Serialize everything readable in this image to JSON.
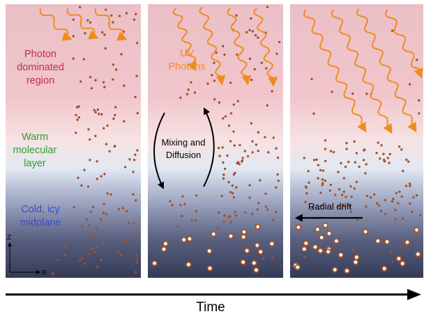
{
  "panel1": {
    "photon_label_line1": "Photon",
    "photon_label_line2": "dominated",
    "photon_label_line3": "region",
    "warm_label_line1": "Warm",
    "warm_label_line2": "molecular",
    "warm_label_line3": "layer",
    "cold_label_line1": "Cold, icy",
    "cold_label_line2": "midplane",
    "axis_z": "Z",
    "axis_r": "R"
  },
  "panel2": {
    "uv_line1": "UV",
    "uv_line2": "Photons",
    "mixing_line1": "Mixing and",
    "mixing_line2": "Diffusion"
  },
  "panel3": {
    "radial_drift": "Radial drift"
  },
  "time_label": "Time",
  "colors": {
    "photon_region": "#f0c4cb",
    "warm_layer": "#dfe4ef",
    "midplane": "#3c4464",
    "dust": "#a0522d",
    "uv_arrow": "#f08c1e",
    "photon_text": "#c0304a",
    "warm_text": "#2e9e2e",
    "cold_text": "#3a4ccf"
  }
}
